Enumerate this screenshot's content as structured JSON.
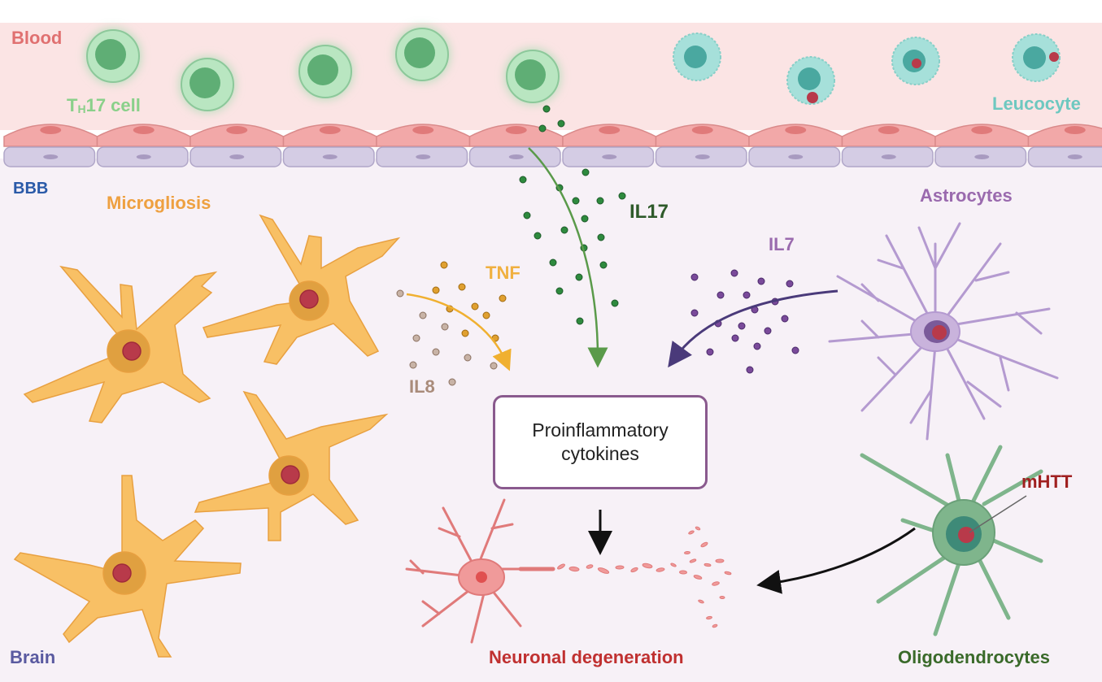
{
  "regions": {
    "blood": "Blood",
    "bbb": "BBB",
    "brain": "Brain"
  },
  "cells": {
    "th17": {
      "main": "T",
      "sub": "H",
      "rest": "17 cell"
    },
    "leucocyte": "Leucocyte",
    "microgliosis": "Microgliosis",
    "astrocytes": "Astrocytes",
    "oligodendrocytes": "Oligodendrocytes",
    "neuron": "Neuronal degeneration"
  },
  "cytokines": {
    "il17": "IL17",
    "tnf": "TNF",
    "il8": "IL8",
    "il7": "IL7"
  },
  "central_box": "Proinflammatory\ncytokines",
  "mhtt": "mHTT",
  "colors": {
    "blood_bg": "#fbe4e4",
    "brain_bg": "#f7f1f7",
    "endothelium": "#f2a8a8",
    "bbb_layer": "#d4cce4",
    "th17": "#7ccf8f",
    "leucocyte": "#9fded8",
    "microglia": "#f8c065",
    "astrocyte": "#c9b3dc",
    "oligodendrocyte": "#7fb58c",
    "neuron": "#f09a9a",
    "mhtt": "#b83a4a",
    "il17": "#2e7d3a",
    "tnf": "#e0a030",
    "il8": "#a98b7a",
    "il7": "#6a3f8a"
  }
}
